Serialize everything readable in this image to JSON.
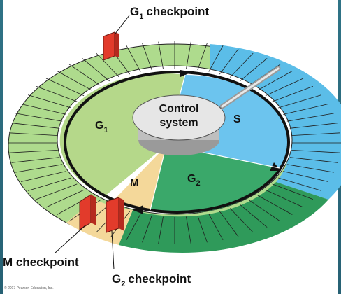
{
  "labels": {
    "g1_checkpoint": "G",
    "g1_checkpoint_sub": "1",
    "g1_checkpoint_rest": "checkpoint",
    "m_checkpoint": "M checkpoint",
    "g2_checkpoint": "G",
    "g2_checkpoint_sub": "2",
    "g2_checkpoint_rest": "checkpoint",
    "control_line1": "Control",
    "control_line2": "system",
    "phase_g1": "G",
    "phase_g1_sub": "1",
    "phase_s": "S",
    "phase_g2": "G",
    "phase_g2_sub": "2",
    "phase_m": "M",
    "copyright": "© 2017 Pearson Education, Inc."
  },
  "colors": {
    "g1_phase": "#b5d88a",
    "s_phase": "#6cc4ee",
    "g2_phase": "#3aa86a",
    "m_phase": "#f4d89a",
    "ring_green": "#aedb8d",
    "ring_blue": "#5bbde8",
    "ring_dark_green": "#2f9a5a",
    "checkpoint_red": "#e23b2b",
    "control_disk": "#d9d9d9"
  }
}
